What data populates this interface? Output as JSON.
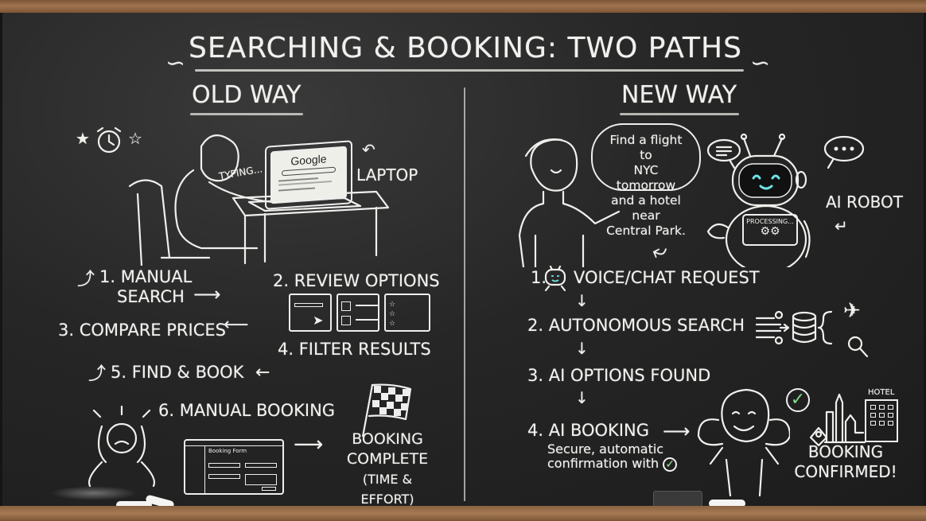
{
  "title": "SEARCHING & BOOKING: TWO PATHS",
  "old_way": {
    "heading": "OLD WAY",
    "labels": {
      "typing": "TYPING...",
      "laptop": "LAPTOP",
      "search_brand": "Google"
    },
    "steps": [
      {
        "number": "1.",
        "text": "MANUAL SEARCH",
        "line1": "1. MANUAL",
        "line2": "SEARCH"
      },
      {
        "number": "2.",
        "text": "REVIEW OPTIONS",
        "full": "2. REVIEW OPTIONS"
      },
      {
        "number": "3.",
        "text": "COMPARE PRICES",
        "full": "3. COMPARE PRICES"
      },
      {
        "number": "4.",
        "text": "FILTER RESULTS",
        "full": "4. FILTER RESULTS"
      },
      {
        "number": "5.",
        "text": "FIND & BOOK",
        "full": "5. FIND & BOOK"
      },
      {
        "number": "6.",
        "text": "MANUAL BOOKING",
        "full": "6. MANUAL BOOKING"
      }
    ],
    "form_title": "Booking Form",
    "outcome": {
      "line1": "BOOKING",
      "line2": "COMPLETE",
      "line3": "(TIME & EFFORT)"
    }
  },
  "new_way": {
    "heading": "NEW WAY",
    "speech_bubble": {
      "line1": "Find a flight to",
      "line2": "NYC tomorrow",
      "line3": "and a hotel near",
      "line4": "Central Park."
    },
    "robot_label": "AI ROBOT",
    "robot_screen": "PROCESSING...",
    "steps": [
      {
        "number": "1.",
        "text": "VOICE/CHAT REQUEST"
      },
      {
        "number": "2.",
        "text": "AUTONOMOUS SEARCH",
        "full": "2. AUTONOMOUS SEARCH"
      },
      {
        "number": "3.",
        "text": "AI OPTIONS FOUND",
        "full": "3. AI OPTIONS FOUND"
      },
      {
        "number": "4.",
        "text": "AI BOOKING",
        "full": "4. AI BOOKING"
      }
    ],
    "booking_note": {
      "line1": "Secure, automatic",
      "line2": "confirmation with"
    },
    "hotel_sign": "HOTEL",
    "outcome": {
      "line1": "BOOKING",
      "line2": "CONFIRMED!"
    }
  },
  "colors": {
    "board": "#262626",
    "chalk": "#f1f1ee",
    "check_green": "#7fd88a",
    "robot_eyes": "#6fe3e6",
    "frame_wood": "#8a6241"
  }
}
